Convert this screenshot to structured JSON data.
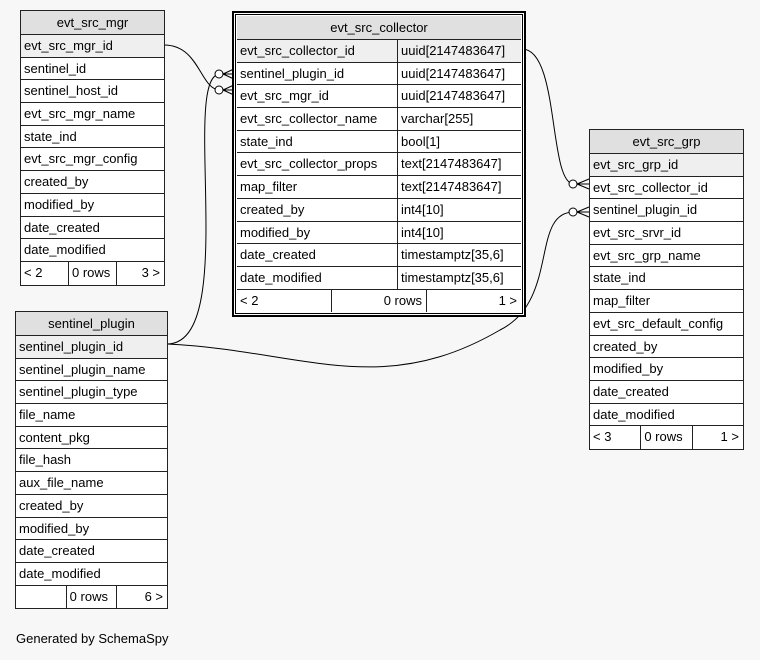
{
  "tables": {
    "evt_src_mgr": {
      "name": "evt_src_mgr",
      "columns": [
        "evt_src_mgr_id",
        "sentinel_id",
        "sentinel_host_id",
        "evt_src_mgr_name",
        "state_ind",
        "evt_src_mgr_config",
        "created_by",
        "modified_by",
        "date_created",
        "date_modified"
      ],
      "footer": [
        "< 2",
        "0 rows",
        "3 >"
      ]
    },
    "sentinel_plugin": {
      "name": "sentinel_plugin",
      "columns": [
        "sentinel_plugin_id",
        "sentinel_plugin_name",
        "sentinel_plugin_type",
        "file_name",
        "content_pkg",
        "file_hash",
        "aux_file_name",
        "created_by",
        "modified_by",
        "date_created",
        "date_modified"
      ],
      "footer": [
        "",
        "0 rows",
        "6 >"
      ]
    },
    "evt_src_collector": {
      "name": "evt_src_collector",
      "columns": [
        [
          "evt_src_collector_id",
          "uuid[2147483647]"
        ],
        [
          "sentinel_plugin_id",
          "uuid[2147483647]"
        ],
        [
          "evt_src_mgr_id",
          "uuid[2147483647]"
        ],
        [
          "evt_src_collector_name",
          "varchar[255]"
        ],
        [
          "state_ind",
          "bool[1]"
        ],
        [
          "evt_src_collector_props",
          "text[2147483647]"
        ],
        [
          "map_filter",
          "text[2147483647]"
        ],
        [
          "created_by",
          "int4[10]"
        ],
        [
          "modified_by",
          "int4[10]"
        ],
        [
          "date_created",
          "timestamptz[35,6]"
        ],
        [
          "date_modified",
          "timestamptz[35,6]"
        ]
      ],
      "footer": [
        "< 2",
        "0 rows",
        "1 >"
      ]
    },
    "evt_src_grp": {
      "name": "evt_src_grp",
      "columns": [
        "evt_src_grp_id",
        "evt_src_collector_id",
        "sentinel_plugin_id",
        "evt_src_srvr_id",
        "evt_src_grp_name",
        "state_ind",
        "map_filter",
        "evt_src_default_config",
        "created_by",
        "modified_by",
        "date_created",
        "date_modified"
      ],
      "footer": [
        "< 3",
        "0 rows",
        "1 >"
      ]
    }
  },
  "footer_text": "Generated by SchemaSpy"
}
